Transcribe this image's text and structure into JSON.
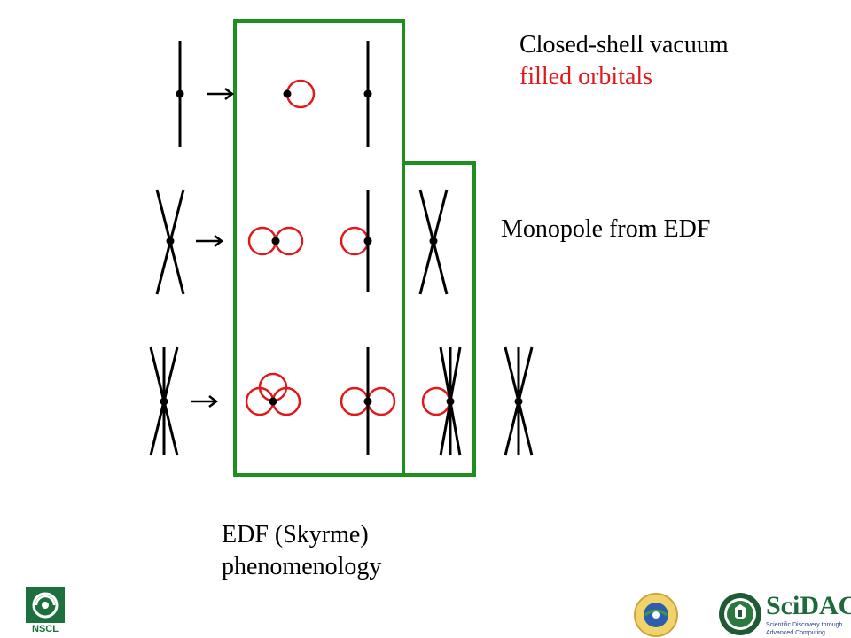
{
  "labels": {
    "closed_shell": "Closed-shell  vacuum",
    "filled_orbitals": "filled orbitals",
    "monopole": "Monopole from EDF",
    "edf_line1": "EDF (Skyrme)",
    "edf_line2": "phenomenology"
  },
  "logos": {
    "nscl": "NSCL",
    "scidac_main": "SciDAC",
    "scidac_sub1": "Scientific Discovery through",
    "scidac_sub2": "Advanced Computing"
  },
  "colors": {
    "box": "#1e8f1e",
    "orbital": "#e0191b",
    "line": "#000000"
  }
}
